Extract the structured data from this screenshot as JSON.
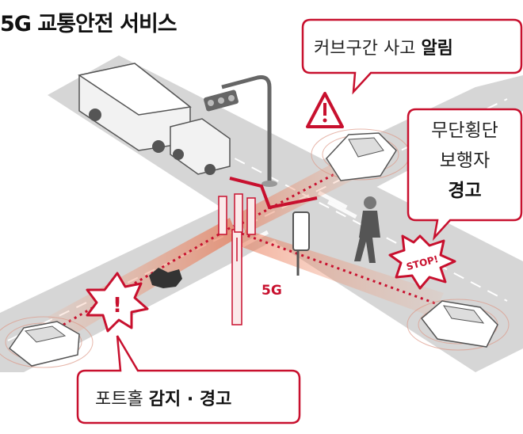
{
  "title": "5G 교통안전 서비스",
  "callouts": {
    "curve": {
      "text": "커브구간 사고 ",
      "strong": "알림"
    },
    "jaywalk": {
      "line1": "무단횡단",
      "line2": "보행자",
      "strong": "경고"
    },
    "pothole": {
      "text": "포트홀 ",
      "strong": "감지 · 경고"
    }
  },
  "labels": {
    "tower": "5G",
    "stop_sign": "STOP!",
    "warning": "!"
  },
  "colors": {
    "accent": "#c8102e",
    "road": "#d9d9d9",
    "beam": "#e8734f"
  }
}
